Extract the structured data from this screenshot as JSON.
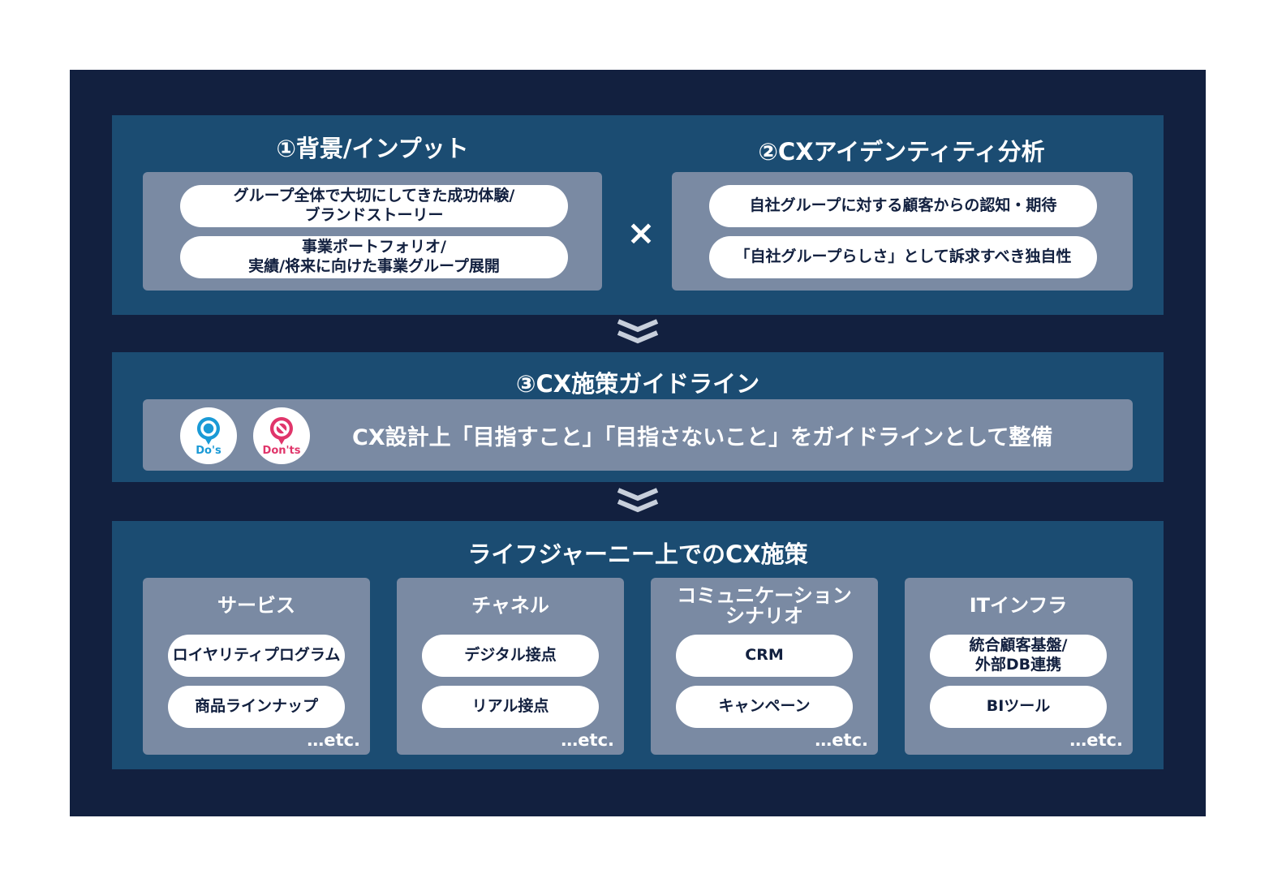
{
  "section1": {
    "title": "①背景/インプット",
    "items": [
      "グループ全体で大切にしてきた成功体験/\nブランドストーリー",
      "事業ポートフォリオ/\n実績/将来に向けた事業グループ展開"
    ]
  },
  "operator": "×",
  "section2": {
    "title": "②CXアイデンティティ分析",
    "items": [
      "自社グループに対する顧客からの認知・期待",
      "「自社グループらしさ」として訴求すべき独自性"
    ]
  },
  "section3": {
    "title": "③CX施策ガイドライン",
    "dos_label": "Do's",
    "donts_label": "Don'ts",
    "text": "CX設計上「目指すこと」「目指さないこと」をガイドラインとして整備"
  },
  "section4": {
    "title": "ライフジャーニー上でのCX施策",
    "categories": [
      {
        "title": "サービス",
        "items": [
          "ロイヤリティプログラム",
          "商品ラインナップ"
        ],
        "etc": "…etc."
      },
      {
        "title": "チャネル",
        "items": [
          "デジタル接点",
          "リアル接点"
        ],
        "etc": "…etc."
      },
      {
        "title": "コミュニケーション\nシナリオ",
        "items": [
          "CRM",
          "キャンペーン"
        ],
        "etc": "…etc."
      },
      {
        "title": "ITインフラ",
        "items": [
          "統合顧客基盤/\n外部DB連携",
          "BIツール"
        ],
        "etc": "…etc."
      }
    ]
  },
  "colors": {
    "background": "#12203f",
    "band": "#1b4c72",
    "panel": "#7a8aa3",
    "dos": "#1a9ad6",
    "donts": "#e0356a"
  }
}
